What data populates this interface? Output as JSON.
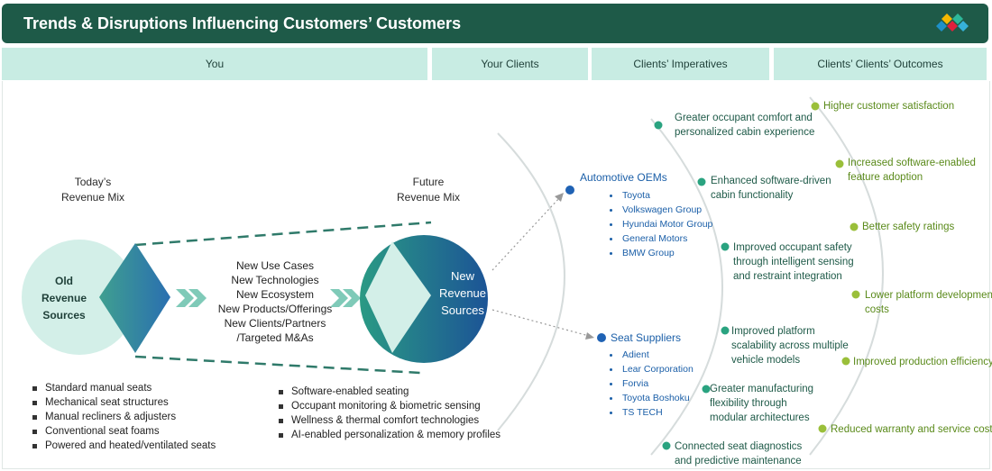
{
  "header": {
    "title": "Trends & Disruptions Influencing Customers’ Customers"
  },
  "columns": [
    "You",
    "Your Clients",
    "Clients’ Imperatives",
    "Clients’ Clients’ Outcomes"
  ],
  "today": {
    "heading": [
      "Today’s",
      "Revenue Mix"
    ],
    "circle": [
      "Old",
      "Revenue",
      "Sources"
    ],
    "items": [
      "Standard manual seats",
      "Mechanical seat structures",
      "Manual recliners & adjusters",
      "Conventional seat foams",
      "Powered and heated/ventilated seats"
    ]
  },
  "middle": [
    "New Use Cases",
    "New Technologies",
    "New Ecosystem",
    "New Products/Offerings",
    "New Clients/Partners",
    "/Targeted M&As"
  ],
  "future": {
    "heading": [
      "Future",
      "Revenue Mix"
    ],
    "circle": [
      "New",
      "Revenue",
      "Sources"
    ],
    "items": [
      "Software-enabled seating",
      "Occupant monitoring & biometric sensing",
      "Wellness & thermal comfort technologies",
      "AI-enabled personalization & memory profiles"
    ]
  },
  "clients": [
    {
      "name": "Automotive OEMs",
      "items": [
        "Toyota",
        "Volkswagen Group",
        "Hyundai Motor Group",
        "General Motors",
        "BMW Group"
      ]
    },
    {
      "name": "Seat Suppliers",
      "items": [
        "Adient",
        "Lear Corporation",
        "Forvia",
        "Toyota Boshoku",
        "TS TECH"
      ]
    }
  ],
  "imperatives": [
    [
      "Greater occupant comfort and",
      "personalized cabin experience"
    ],
    [
      "Enhanced software-driven",
      "cabin functionality"
    ],
    [
      "Improved occupant safety",
      "through intelligent sensing",
      "and restraint integration"
    ],
    [
      "Improved platform",
      "scalability across multiple",
      "vehicle models"
    ],
    [
      "Greater manufacturing",
      "flexibility through",
      "modular architectures"
    ],
    [
      "Connected seat diagnostics",
      "and predictive maintenance"
    ]
  ],
  "outcomes": [
    [
      "Higher customer satisfaction"
    ],
    [
      "Increased software-enabled",
      "feature adoption"
    ],
    [
      "Better safety ratings"
    ],
    [
      "Lower platform development",
      "costs"
    ],
    [
      "Improved production efficiency"
    ],
    [
      "Reduced warranty and service costs"
    ]
  ],
  "colors": {
    "header": "#1e5a48",
    "colhead": "#c8ece3",
    "client_text": "#1b5fa8",
    "imperative_text": "#1e5a48",
    "outcome_text": "#5a8a1a",
    "arrow": "#7fcab8"
  },
  "icons": [
    "logo-diamonds-icon",
    "double-chevron-right-icon"
  ]
}
